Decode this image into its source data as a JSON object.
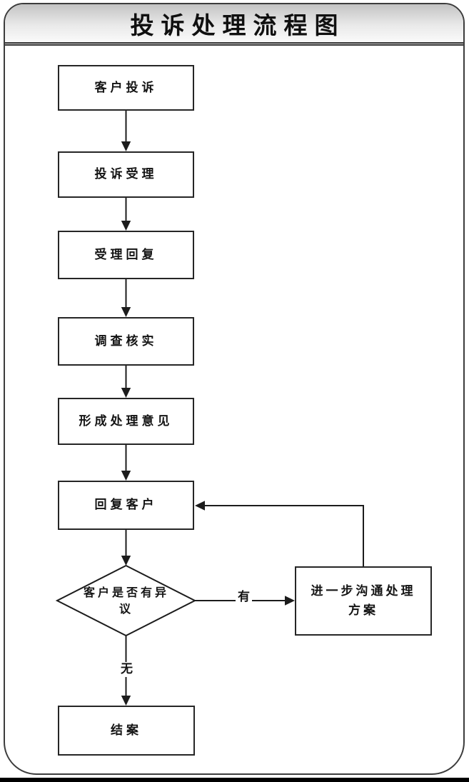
{
  "title": "投诉处理流程图",
  "nodes": {
    "customer_complaint": {
      "label": "客户投诉"
    },
    "complaint_acceptance": {
      "label": "投诉受理"
    },
    "acceptance_reply": {
      "label": "受理回复"
    },
    "investigate_verify": {
      "label": "调查核实"
    },
    "form_handling_opinion": {
      "label": "形成处理意见"
    },
    "reply_customer": {
      "label": "回复客户"
    },
    "decision_objection": {
      "label": "客户是否有异议"
    },
    "further_communication": {
      "label": "进一步沟通处理方案"
    },
    "case_closed": {
      "label": "结案"
    }
  },
  "branch_labels": {
    "yes": "有",
    "no": "无"
  },
  "colors": {
    "line": "#1c1c1c",
    "box_border": "#262626",
    "frame_border": "#3c3c3c",
    "header_gradient_top": "#c3c3c3",
    "header_gradient_bottom": "#fafafa",
    "background": "#ffffff"
  }
}
